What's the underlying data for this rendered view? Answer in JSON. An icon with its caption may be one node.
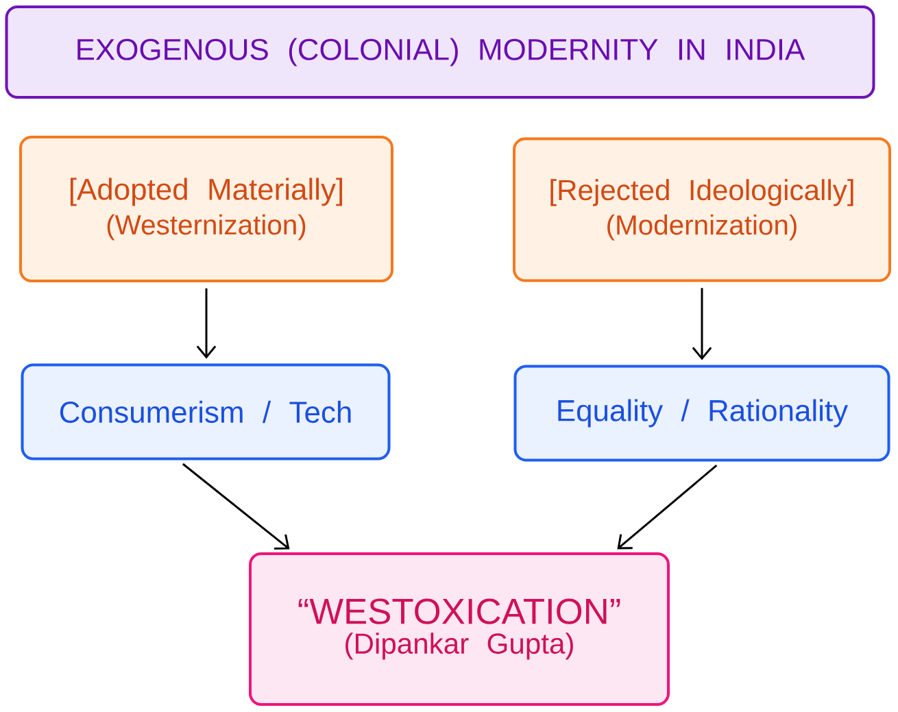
{
  "diagram": {
    "nodes": [
      {
        "text": [
          "EXOGENOUS (COLONIAL) MODERNITY IN INDIA"
        ]
      },
      {
        "text": [
          "[Adopted Materially]",
          "(Westernization)"
        ]
      },
      {
        "text": [
          "[Rejected Ideologically]",
          "(Modernization)"
        ]
      },
      {
        "text": [
          "Consumerism / Tech"
        ]
      },
      {
        "text": [
          "Equality / Rationality"
        ]
      },
      {
        "text": [
          "“WESTOXICATION”",
          "(Dipankar Gupta)"
        ]
      }
    ],
    "edges": [
      {
        "from": 1,
        "to": 3,
        "arrow": "to"
      },
      {
        "from": 2,
        "to": 4,
        "arrow": "to"
      },
      {
        "from": 3,
        "to": 5,
        "arrow": "to"
      },
      {
        "from": 4,
        "to": 5,
        "arrow": "to"
      }
    ]
  }
}
